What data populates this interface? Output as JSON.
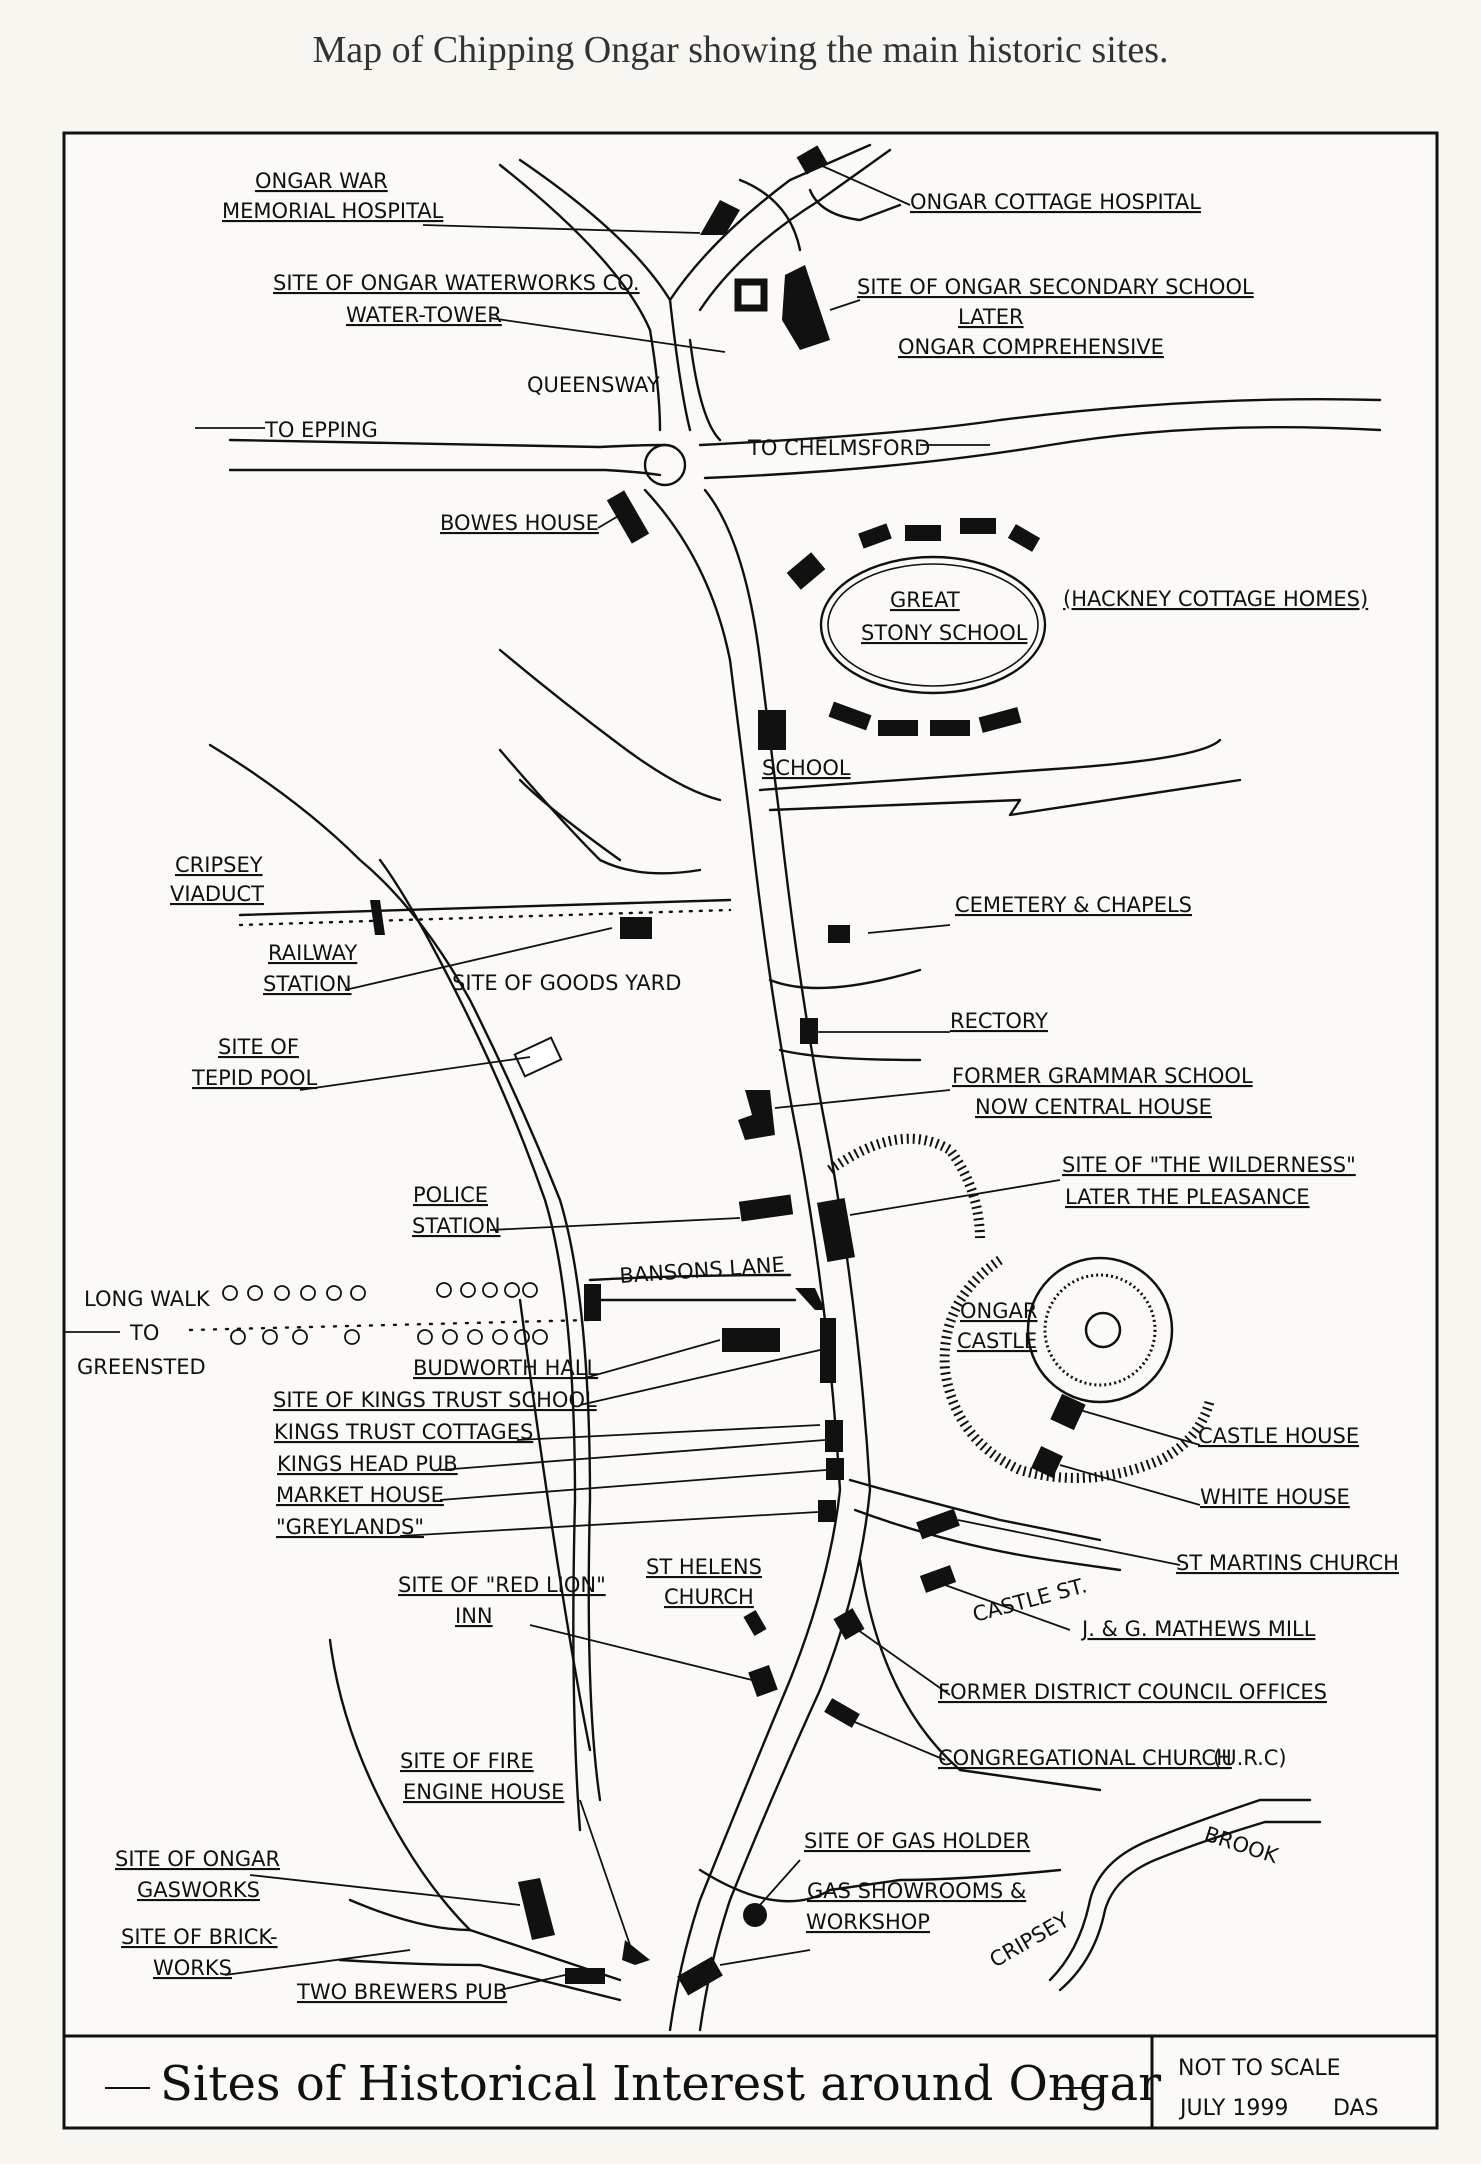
{
  "caption": "Map of Chipping Ongar showing the main historic sites.",
  "title": "Sites of Historical Interest around Ongar",
  "scale_note": "NOT TO SCALE",
  "date_note": "JULY 1999",
  "author_note": "DAS",
  "roads": {
    "to_epping": "TO EPPING",
    "to_chelmsford": "TO CHELMSFORD",
    "queensway": "QUEENSWAY",
    "bansons_lane": "BANSONS LANE",
    "castle_st": "CASTLE ST.",
    "long_walk_1": "LONG WALK",
    "long_walk_2": "TO",
    "long_walk_3": "GREENSTED",
    "brook": "BROOK",
    "cripsey": "CRIPSEY"
  },
  "sites": {
    "war_memorial_1": "ONGAR WAR",
    "war_memorial_2": "MEMORIAL HOSPITAL",
    "cottage_hospital": "ONGAR COTTAGE HOSPITAL",
    "waterworks_1": "SITE OF ONGAR WATERWORKS CO.",
    "waterworks_2": "WATER-TOWER",
    "secondary_1": "SITE OF ONGAR SECONDARY SCHOOL",
    "secondary_2": "LATER",
    "secondary_3": "ONGAR COMPREHENSIVE",
    "bowes_house": "BOWES HOUSE",
    "great_stony_1": "GREAT",
    "great_stony_2": "STONY SCHOOL",
    "hackney": "(HACKNEY COTTAGE HOMES)",
    "school": "SCHOOL",
    "viaduct_1": "CRIPSEY",
    "viaduct_2": "VIADUCT",
    "railway_1": "RAILWAY",
    "railway_2": "STATION",
    "goods_yard": "SITE OF GOODS YARD",
    "cemetery": "CEMETERY & CHAPELS",
    "rectory": "RECTORY",
    "tepid_1": "SITE OF",
    "tepid_2": "TEPID POOL",
    "grammar_1": "FORMER GRAMMAR SCHOOL",
    "grammar_2": "NOW CENTRAL HOUSE",
    "wilderness_1": "SITE OF \"THE WILDERNESS\"",
    "wilderness_2": "LATER THE PLEASANCE",
    "police_1": "POLICE",
    "police_2": "STATION",
    "castle_1": "ONGAR",
    "castle_2": "CASTLE",
    "budworth": "BUDWORTH HALL",
    "kings_trust_school": "SITE OF KINGS TRUST SCHOOL",
    "kings_trust_cottages": "KINGS TRUST COTTAGES",
    "kings_head": "KINGS HEAD PUB",
    "market_house": "MARKET HOUSE",
    "greylands": "\"GREYLANDS\"",
    "castle_house": "CASTLE HOUSE",
    "white_house": "WHITE HOUSE",
    "st_martins": "ST MARTINS CHURCH",
    "red_lion_1": "SITE OF \"RED LION\"",
    "red_lion_2": "INN",
    "st_helens_1": "ST HELENS",
    "st_helens_2": "CHURCH",
    "mill": "J. & G. MATHEWS MILL",
    "council": "FORMER DISTRICT COUNCIL OFFICES",
    "congregational": "CONGREGATIONAL CHURCH",
    "urc": "(U.R.C)",
    "fire_1": "SITE OF FIRE",
    "fire_2": "ENGINE HOUSE",
    "gas_holder": "SITE OF GAS HOLDER",
    "gasworks_1": "SITE OF ONGAR",
    "gasworks_2": "GASWORKS",
    "showrooms_1": "GAS SHOWROOMS &",
    "showrooms_2": "WORKSHOP",
    "brick_1": "SITE OF BRICK-",
    "brick_2": "WORKS",
    "two_brewers": "TWO BREWERS PUB"
  }
}
